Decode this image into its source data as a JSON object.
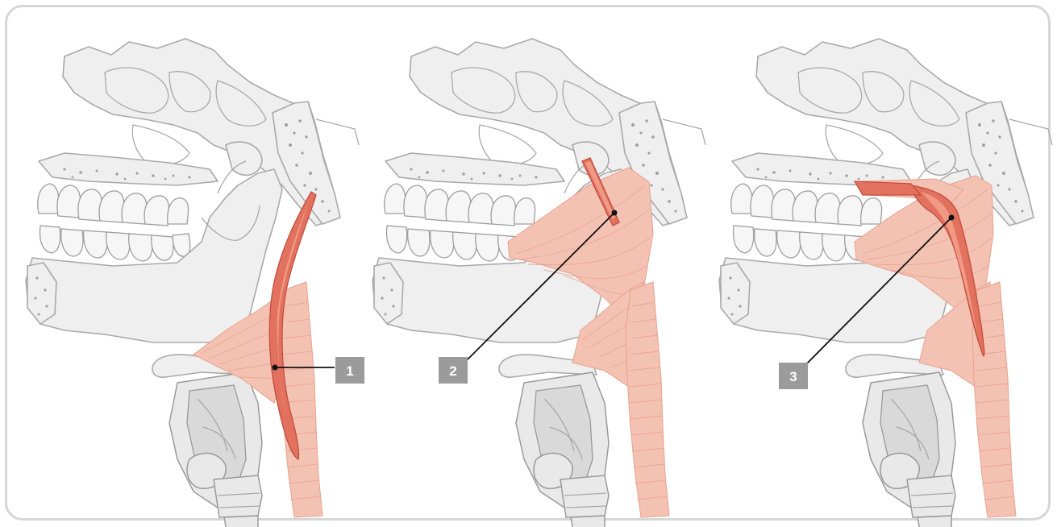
{
  "labels": {
    "one": "1",
    "two": "2",
    "three": "3"
  },
  "colors": {
    "bone": "#efefef",
    "bone_outline": "#a9a9a9",
    "muscle": "#f4c2b3",
    "muscle_highlight": "#e2725f",
    "label_box": "#9b9b9b",
    "frame": "#d6d6d6"
  }
}
